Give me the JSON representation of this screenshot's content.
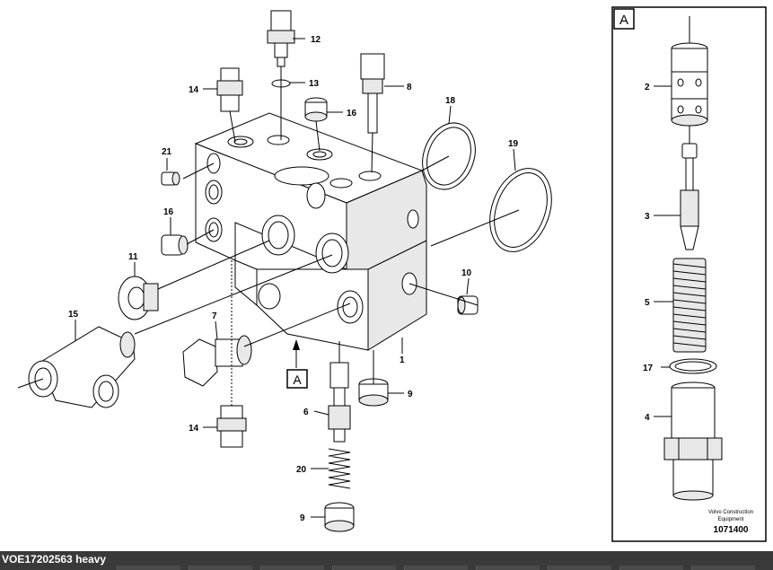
{
  "diagram": {
    "callouts": {
      "c1": "1",
      "c2": "2",
      "c3": "3",
      "c4": "4",
      "c5": "5",
      "c6": "6",
      "c7": "7",
      "c8": "8",
      "c9a": "9",
      "c9b": "9",
      "c10": "10",
      "c11": "11",
      "c12": "12",
      "c13": "13",
      "c14a": "14",
      "c14b": "14",
      "c15": "15",
      "c16a": "16",
      "c16b": "16",
      "c17": "17",
      "c18": "18",
      "c19": "19",
      "c20": "20",
      "c21": "21"
    },
    "view_marker": "A",
    "detail_panel": {
      "marker": "A",
      "brand_line1": "Volvo Construction",
      "brand_line2": "Equipment",
      "drawing_number": "1071400"
    }
  },
  "footer": {
    "label": "VOE17202563 heavy"
  }
}
